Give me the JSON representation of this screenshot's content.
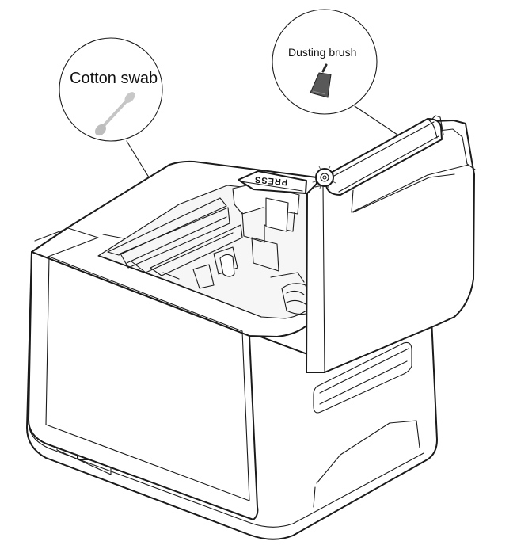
{
  "callouts": {
    "cotton_swab": "Cotton swab",
    "dusting_brush": "Dusting brush"
  },
  "printer": {
    "press_label": "PRESS"
  }
}
